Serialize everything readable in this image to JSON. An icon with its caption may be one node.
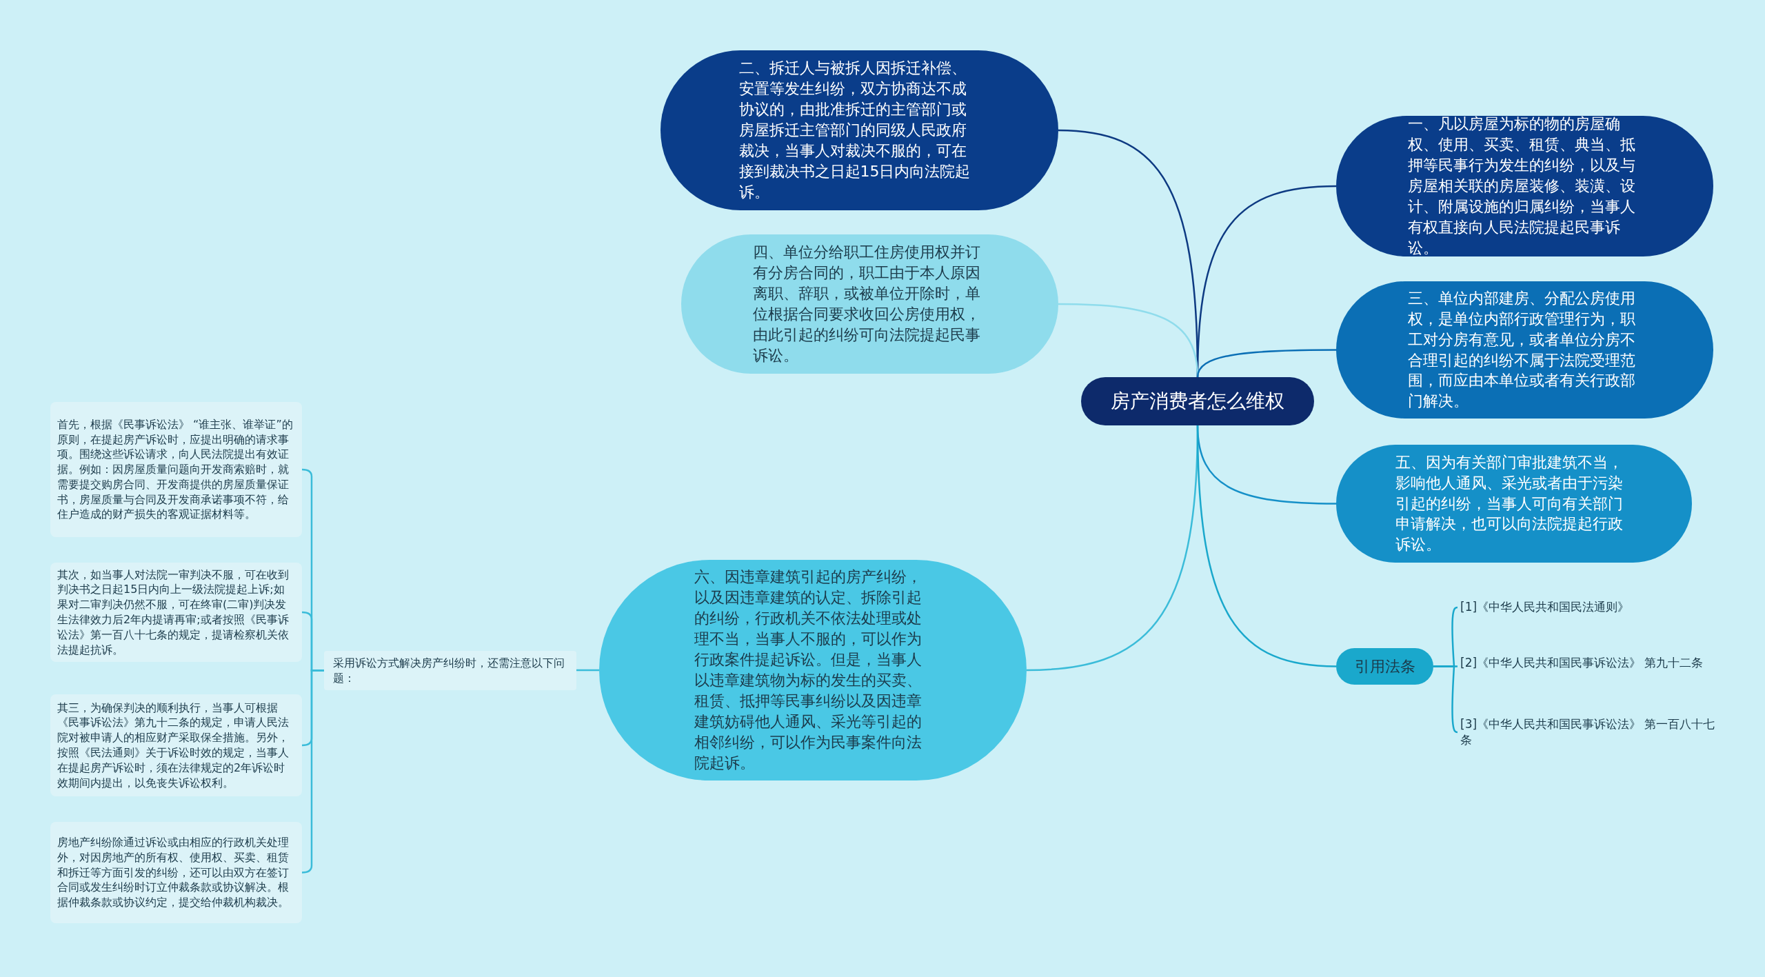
{
  "diagram": {
    "nodes": [
      {
        "text": [
          "房产消费者怎么维权"
        ]
      },
      {
        "text": [
          "二、拆迁人与被拆人因拆迁补偿、安置等发生纠纷，双方协商达不成协议的，由批准拆迁的主管部门或房屋拆迁主管部门的同级人民政府裁决，当事人对裁决不服的，可在接到裁决书之日起15日内向法院起诉。"
        ]
      },
      {
        "text": [
          "一、凡以房屋为标的物的房屋确权、使用、买卖、租赁、典当、抵押等民事行为发生的纠纷，以及与房屋相关联的房屋装修、装潢、设计、附属设施的归属纠纷，当事人有权直接向人民法院提起民事诉讼。"
        ]
      },
      {
        "text": [
          "四、单位分给职工住房使用权并订有分房合同的，职工由于本人原因离职、辞职，或被单位开除时，单位根据合同要求收回公房使用权，由此引起的纠纷可向法院提起民事诉讼。"
        ]
      },
      {
        "text": [
          "三、单位内部建房、分配公房使用权，是单位内部行政管理行为，职工对分房有意见，或者单位分房不合理引起的纠纷不属于法院受理范围，而应由本单位或者有关行政部门解决。"
        ]
      },
      {
        "text": [
          "五、因为有关部门审批建筑不当，影响他人通风、采光或者由于污染引起的纠纷，当事人可向有关部门申请解决，也可以向法院提起行政诉讼。"
        ]
      },
      {
        "text": [
          "六、因违章建筑引起的房产纠纷，以及因违章建筑的认定、拆除引起的纠纷，行政机关不依法处理或处理不当，当事人不服的，可以作为行政案件提起诉讼。但是，当事人以违章建筑物为标的发生的买卖、租赁、抵押等民事纠纷以及因违章建筑妨碍他人通风、采光等引起的相邻纠纷，可以作为民事案件向法院起诉。"
        ]
      },
      {
        "text": [
          "引用法条"
        ]
      },
      {
        "text": [
          "[1]《中华人民共和国民法通则》"
        ]
      },
      {
        "text": [
          "[2]《中华人民共和国民事诉讼法》 第九十二条"
        ]
      },
      {
        "text": [
          "[3]《中华人民共和国民事诉讼法》 第一百八十七条"
        ]
      },
      {
        "text": [
          "采用诉讼方式解决房产纠纷时，还需注意以下问题："
        ]
      },
      {
        "text": [
          "首先，根据《民事诉讼法》 “谁主张、谁举证”的原则，在提起房产诉讼时，应提出明确的请求事项。围绕这些诉讼请求，向人民法院提出有效证据。例如：因房屋质量问题向开发商索赔时，就需要提交购房合同、开发商提供的房屋质量保证书，房屋质量与合同及开发商承诺事项不符，给住户造成的财产损失的客观证据材料等。"
        ]
      },
      {
        "text": [
          "其次，如当事人对法院一审判决不服，可在收到判决书之日起15日内向上一级法院提起上诉;如果对二审判决仍然不服，可在终审(二审)判决发生法律效力后2年内提请再审;或者按照《民事诉讼法》第一百八十七条的规定，提请检察机关依法提起抗诉。"
        ]
      },
      {
        "text": [
          "其三，为确保判决的顺利执行，当事人可根据《民事诉讼法》第九十二条的规定，申请人民法院对被申请人的相应财产采取保全措施。另外，按照《民法通则》关于诉讼时效的规定，当事人在提起房产诉讼时，须在法律规定的2年诉讼时效期间内提出，以免丧失诉讼权利。"
        ]
      },
      {
        "text": [
          "房地产纠纷除通过诉讼或由相应的行政机关处理外，对因房地产的所有权、使用权、买卖、租赁和拆迁等方面引发的纠纷，还可以由双方在签订合同或发生纠纷时订立仲裁条款或协议解决。根据仲裁条款或协议约定，提交给仲裁机构裁决。"
        ]
      }
    ],
    "edges": [
      {
        "from": 0,
        "to": 1,
        "arrow": "none",
        "color": "#0d3a82"
      },
      {
        "from": 0,
        "to": 2,
        "arrow": "none",
        "color": "#0d3a82"
      },
      {
        "from": 0,
        "to": 3,
        "arrow": "none",
        "color": "#8fdcec"
      },
      {
        "from": 0,
        "to": 4,
        "arrow": "none",
        "color": "#0b6fb5"
      },
      {
        "from": 0,
        "to": 5,
        "arrow": "none",
        "color": "#1590c8"
      },
      {
        "from": 0,
        "to": 6,
        "arrow": "none",
        "color": "#3bbcd9"
      },
      {
        "from": 0,
        "to": 7,
        "arrow": "none",
        "color": "#1aa8cc"
      },
      {
        "from": 7,
        "to": 8,
        "arrow": "none",
        "color": "#1aa8cc"
      },
      {
        "from": 7,
        "to": 9,
        "arrow": "none",
        "color": "#1aa8cc"
      },
      {
        "from": 7,
        "to": 10,
        "arrow": "none",
        "color": "#1aa8cc"
      },
      {
        "from": 6,
        "to": 11,
        "arrow": "none",
        "color": "#3bbcd9"
      },
      {
        "from": 11,
        "to": 12,
        "arrow": "none",
        "color": "#3bbcd9"
      },
      {
        "from": 11,
        "to": 13,
        "arrow": "none",
        "color": "#3bbcd9"
      },
      {
        "from": 11,
        "to": 14,
        "arrow": "none",
        "color": "#3bbcd9"
      },
      {
        "from": 11,
        "to": 15,
        "arrow": "none",
        "color": "#3bbcd9"
      }
    ]
  }
}
